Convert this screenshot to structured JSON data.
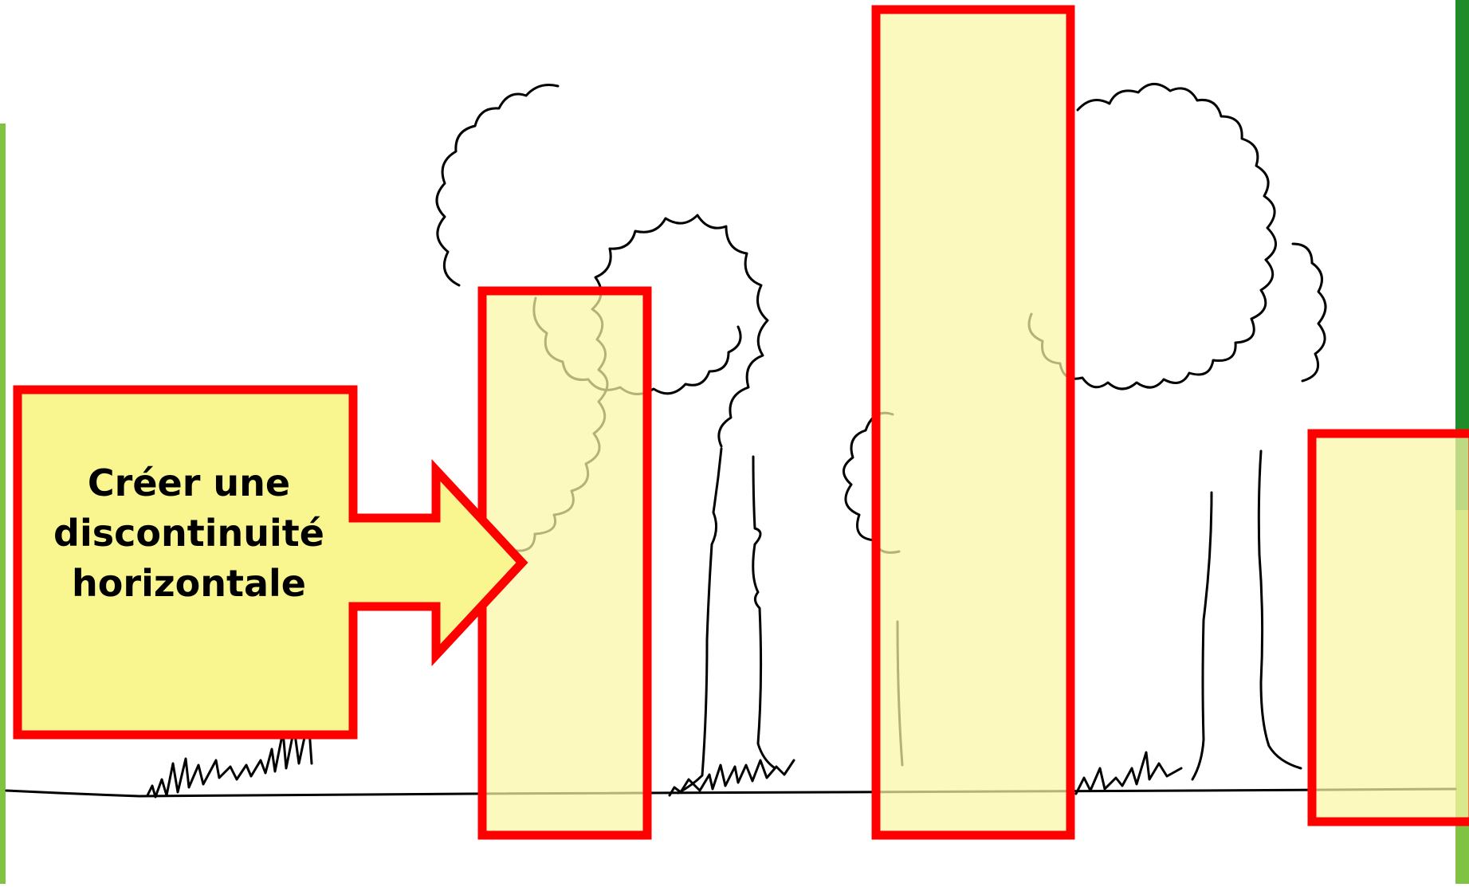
{
  "callout": {
    "lines": [
      "Créer une",
      "discontinuité",
      "horizontale"
    ]
  },
  "colors": {
    "highlight_fill": "#fbf7a6",
    "highlight_stroke": "#ff0000",
    "callout_fill": "#f9f58f",
    "left_bar": "#80c241",
    "right_bar_dark": "#1e8c28",
    "right_bar_light": "#80c241",
    "line_art": "#000000"
  }
}
